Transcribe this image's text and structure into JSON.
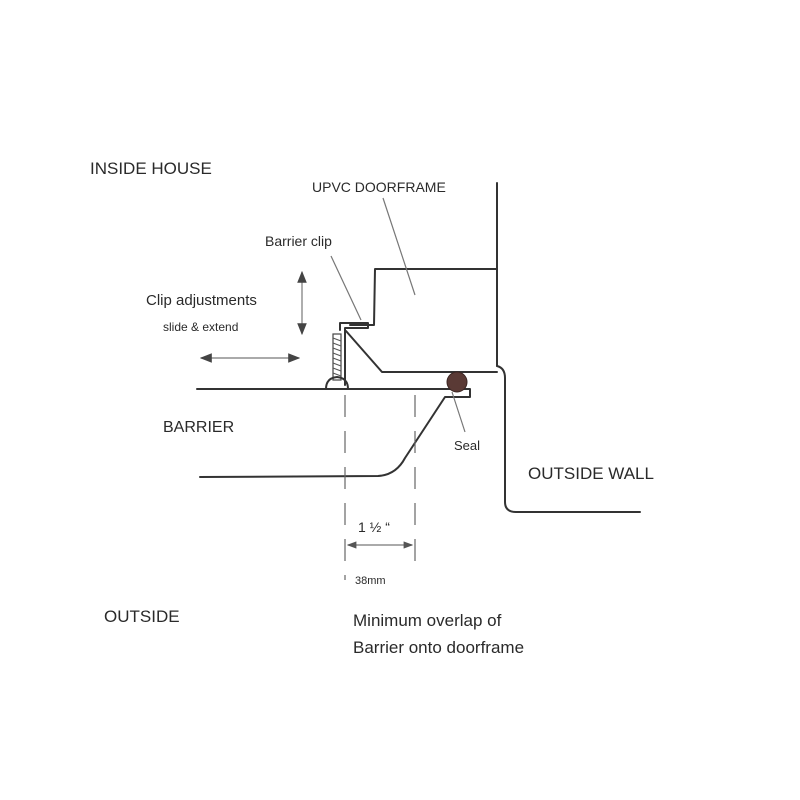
{
  "labels": {
    "inside_house": "INSIDE HOUSE",
    "upvc_doorframe": "UPVC DOORFRAME",
    "barrier_clip": "Barrier clip",
    "clip_adjustments": "Clip adjustments",
    "slide_extend": "slide & extend",
    "barrier": "BARRIER",
    "seal": "Seal",
    "outside_wall": "OUTSIDE WALL",
    "dimension_inches": "1 ½ “",
    "dimension_mm": "38mm",
    "outside": "OUTSIDE",
    "caption_line1": "Minimum overlap of",
    "caption_line2": "Barrier onto doorframe"
  },
  "colors": {
    "line": "#333333",
    "seal": "#5a3a35"
  }
}
